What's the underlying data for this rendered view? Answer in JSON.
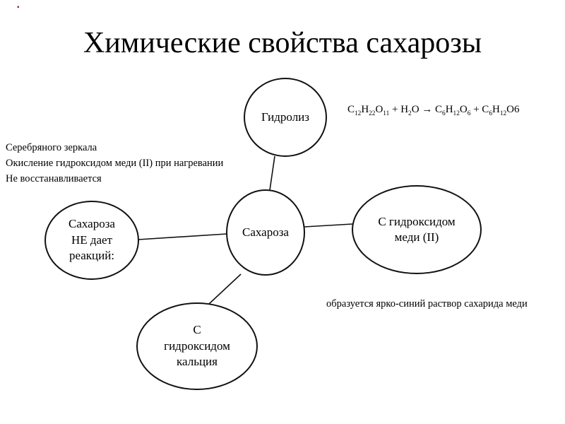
{
  "slide": {
    "title": "Химические свойства сахарозы"
  },
  "decor": {
    "corner_mark": "▪"
  },
  "nodes": {
    "hydrolysis": {
      "label": "Гидролиз"
    },
    "center": {
      "label": "Сахароза"
    },
    "no_reactions": {
      "label": "Сахароза\nНЕ дает\nреакций:"
    },
    "copper_hydroxide": {
      "label": "С гидроксидом\nмеди (II)"
    },
    "calcium_hydroxide": {
      "label": "С\nгидроксидом\nкальция"
    }
  },
  "annotations": {
    "left_notes": "Серебряного зеркала\nОкисление гидроксидом меди (II) при нагревании\nНе восстанавливается",
    "copper_result": "образуется ярко-синий раствор сахарида меди"
  },
  "equation": {
    "segments": [
      {
        "base": "C",
        "sub": "12"
      },
      {
        "base": "H",
        "sub": "22"
      },
      {
        "base": "O",
        "sub": "11"
      },
      {
        "base": " + H",
        "sub": "2"
      },
      {
        "base": "O → C",
        "sub": "6"
      },
      {
        "base": "H",
        "sub": "12"
      },
      {
        "base": "O",
        "sub": "6"
      },
      {
        "base": " + C",
        "sub": "6"
      },
      {
        "base": "H",
        "sub": "12"
      },
      {
        "base": "O",
        "sub": ""
      },
      {
        "base": "6",
        "sub": ""
      }
    ]
  }
}
